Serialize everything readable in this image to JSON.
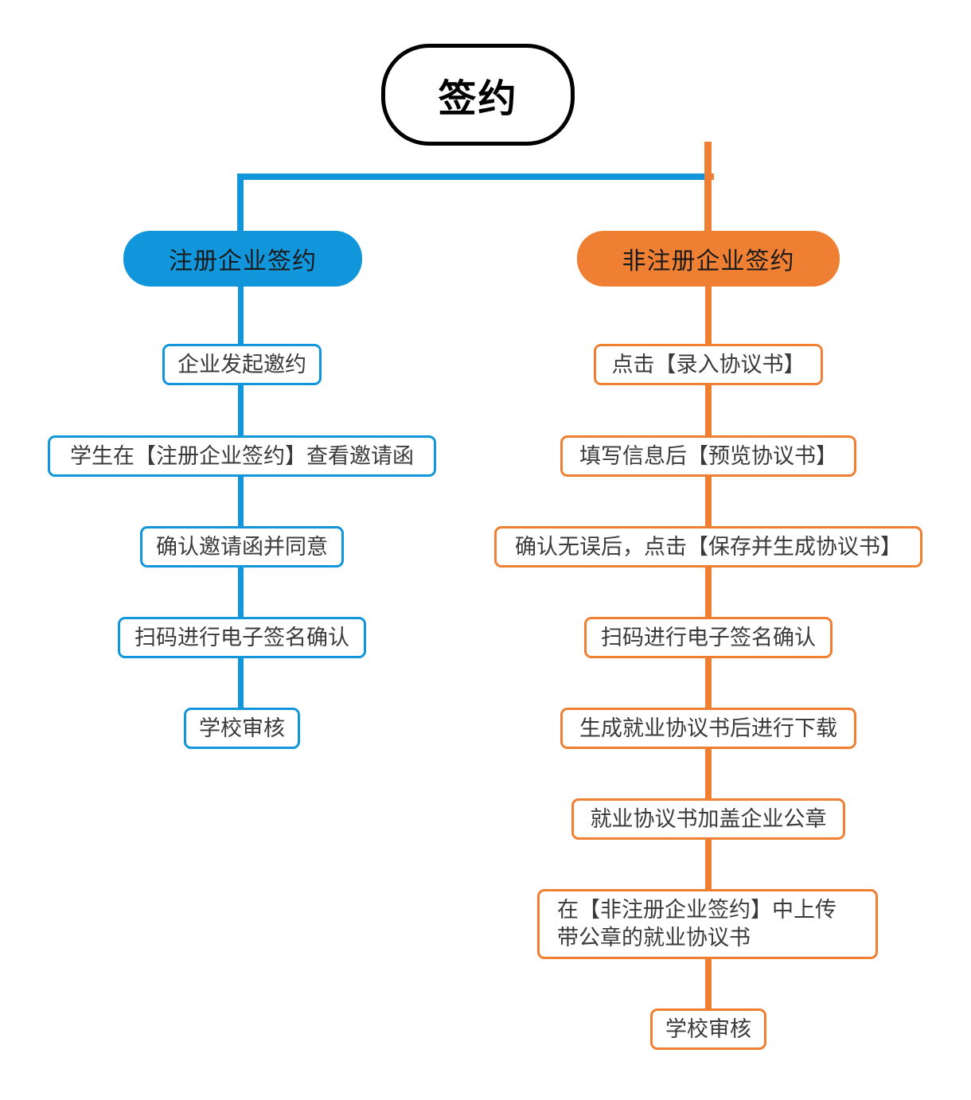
{
  "diagram": {
    "title": "签约",
    "colors": {
      "blue": "#1296db",
      "orange": "#ef8033",
      "root_border": "#000000",
      "step_text": "#3a3a3a"
    },
    "root": {
      "label": "签约"
    },
    "branches": [
      {
        "key": "registered",
        "label": "注册企业签约",
        "color": "#1296db",
        "steps": [
          {
            "label": "企业发起邀约"
          },
          {
            "label": "学生在【注册企业签约】查看邀请函"
          },
          {
            "label": "确认邀请函并同意"
          },
          {
            "label": "扫码进行电子签名确认"
          },
          {
            "label": "学校审核"
          }
        ]
      },
      {
        "key": "unregistered",
        "label": "非注册企业签约",
        "color": "#ef8033",
        "steps": [
          {
            "label": "点击【录入协议书】"
          },
          {
            "label": "填写信息后【预览协议书】"
          },
          {
            "label": "确认无误后，点击【保存并生成协议书】"
          },
          {
            "label": "扫码进行电子签名确认"
          },
          {
            "label": "生成就业协议书后进行下载"
          },
          {
            "label": "就业协议书加盖企业公章"
          },
          {
            "label": "在【非注册企业签约】中上传",
            "label2": "带公章的就业协议书"
          },
          {
            "label": "学校审核"
          }
        ]
      }
    ]
  }
}
